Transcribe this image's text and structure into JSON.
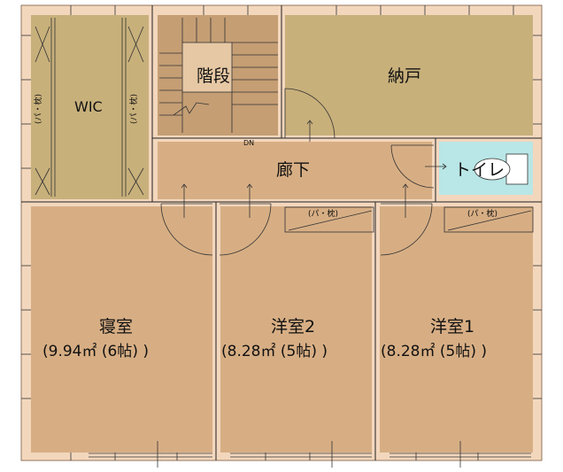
{
  "rooms": {
    "wic": {
      "label": "WIC",
      "shelf_left": "(パ・枕)",
      "shelf_right": "(パ・枕)"
    },
    "stairs": {
      "label": "階段",
      "dn": "DN"
    },
    "storage": {
      "label": "納戸"
    },
    "hallway": {
      "label": "廊下"
    },
    "toilet": {
      "label": "トイレ"
    },
    "bedroom": {
      "label": "寝室",
      "size": "(9.94㎡ (6帖) )"
    },
    "western2": {
      "label": "洋室2",
      "size": "(8.28㎡ (5帖) )",
      "shelf": "(パ・枕)"
    },
    "western1": {
      "label": "洋室1",
      "size": "(8.28㎡ (5帖) )",
      "shelf": "(パ・枕)"
    }
  },
  "colors": {
    "room_floor": "#d7ae84",
    "storage_floor": "#c8b07b",
    "toilet_floor": "#b9e6e6",
    "wall_fill": "#f3d7bd"
  }
}
